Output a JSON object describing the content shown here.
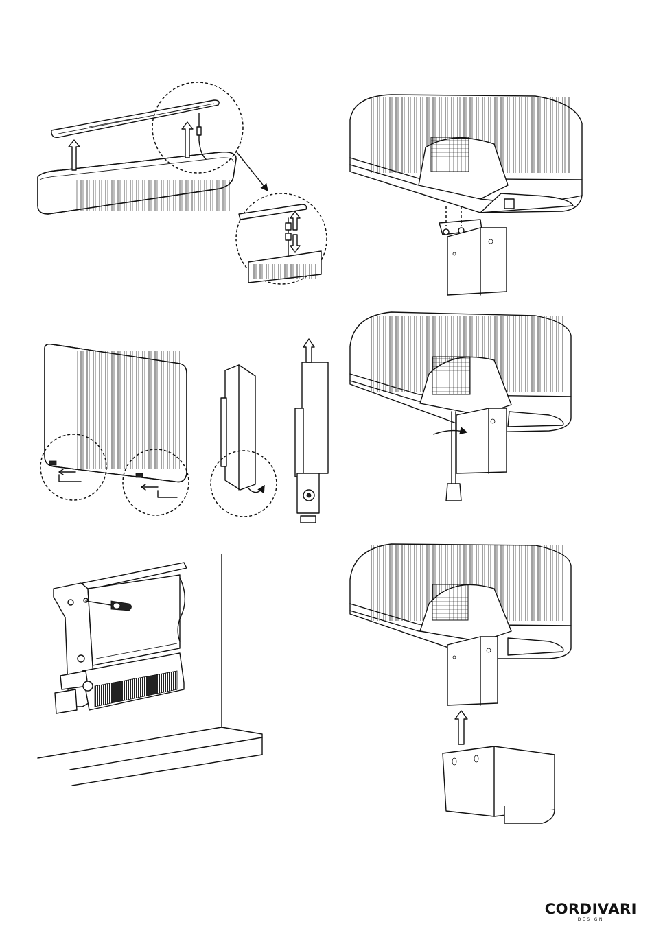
{
  "document": {
    "type": "installation-instructions-sheet",
    "figures": [
      "top-cover-removal",
      "bottom-detail-mounting-plate",
      "side-panel-screws-release",
      "side-panel-rotate-and-lift",
      "bottom-detail-rotate-connector",
      "wall-bracket-screwdriver",
      "bottom-detail-cover-fit"
    ]
  },
  "brand": {
    "name": "CORDIVARI",
    "subtitle": "DESIGN"
  }
}
